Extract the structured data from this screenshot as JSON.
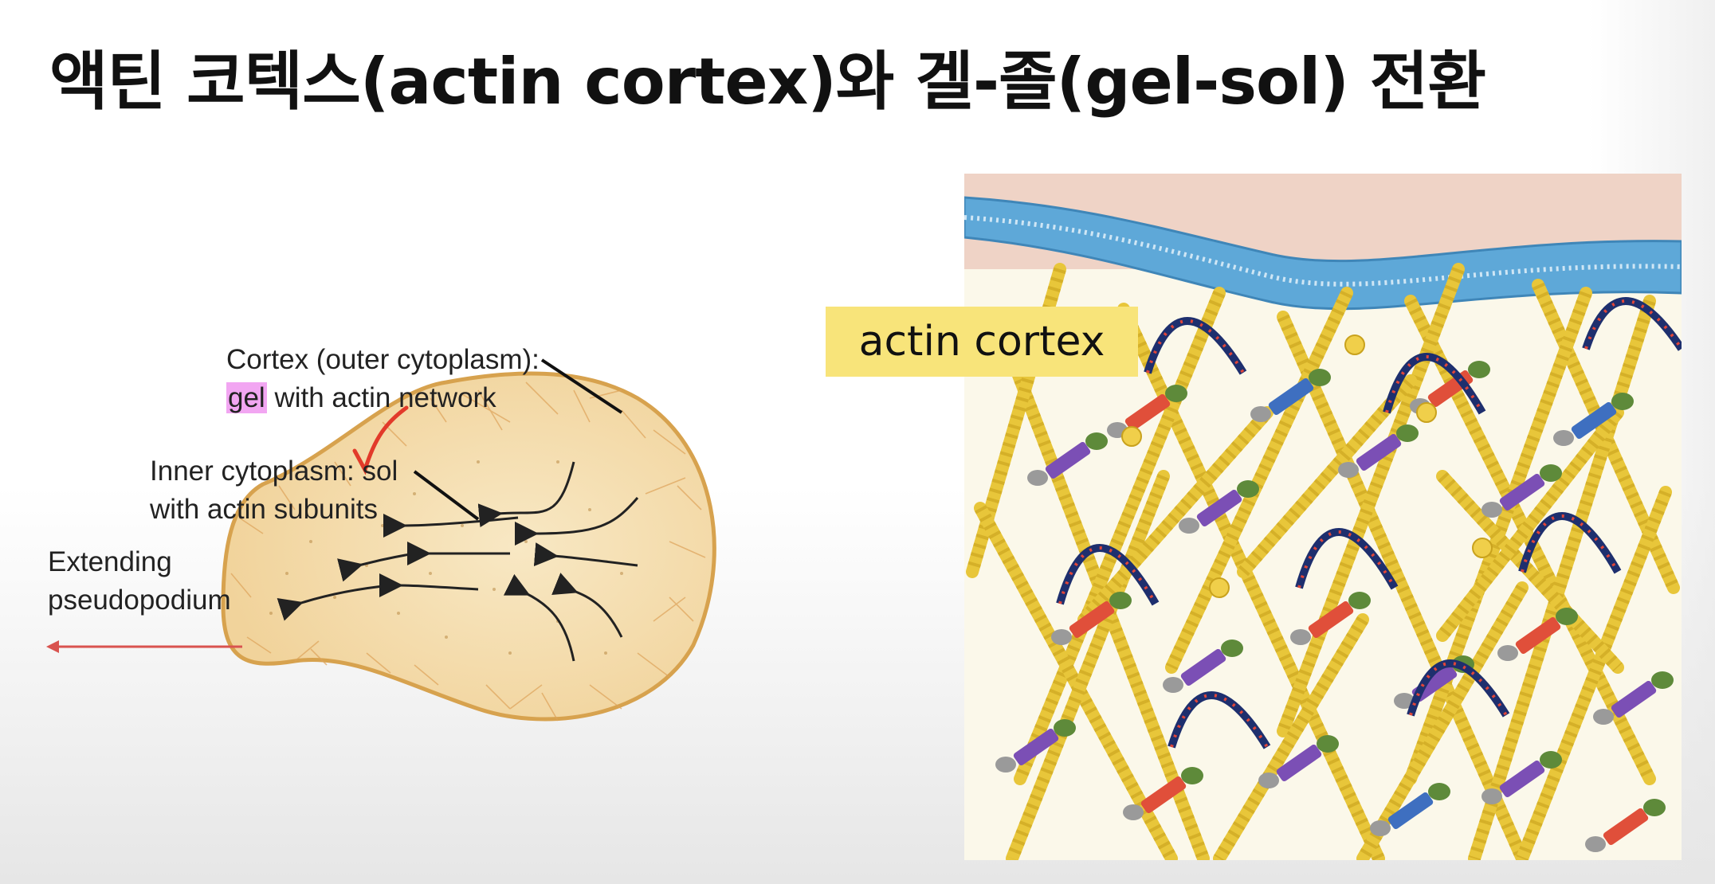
{
  "slide": {
    "title": "액틴 코텍스(actin cortex)와 겔-졸(gel-sol) 전환"
  },
  "amoeba_figure": {
    "cortex_line1": "Cortex (outer cytoplasm):",
    "cortex_highlight": "gel",
    "cortex_line2_rest": " with actin network",
    "inner_line1": "Inner cytoplasm: sol",
    "inner_line2": "with actin subunits",
    "extending_line1": "Extending",
    "extending_line2": "pseudopodium",
    "colors": {
      "body_fill": "#f5dfb5",
      "body_outline": "#d7a24e",
      "highlight": "#f2a6f2",
      "check_mark": "#e23a2a",
      "direction_arrow": "#d9534f"
    }
  },
  "cortex_figure": {
    "label": "actin cortex",
    "colors": {
      "label_bg": "#f8e47a",
      "membrane": "#5ea8d8",
      "filament": "#e8c63a",
      "background": "#fbf8ea"
    }
  }
}
